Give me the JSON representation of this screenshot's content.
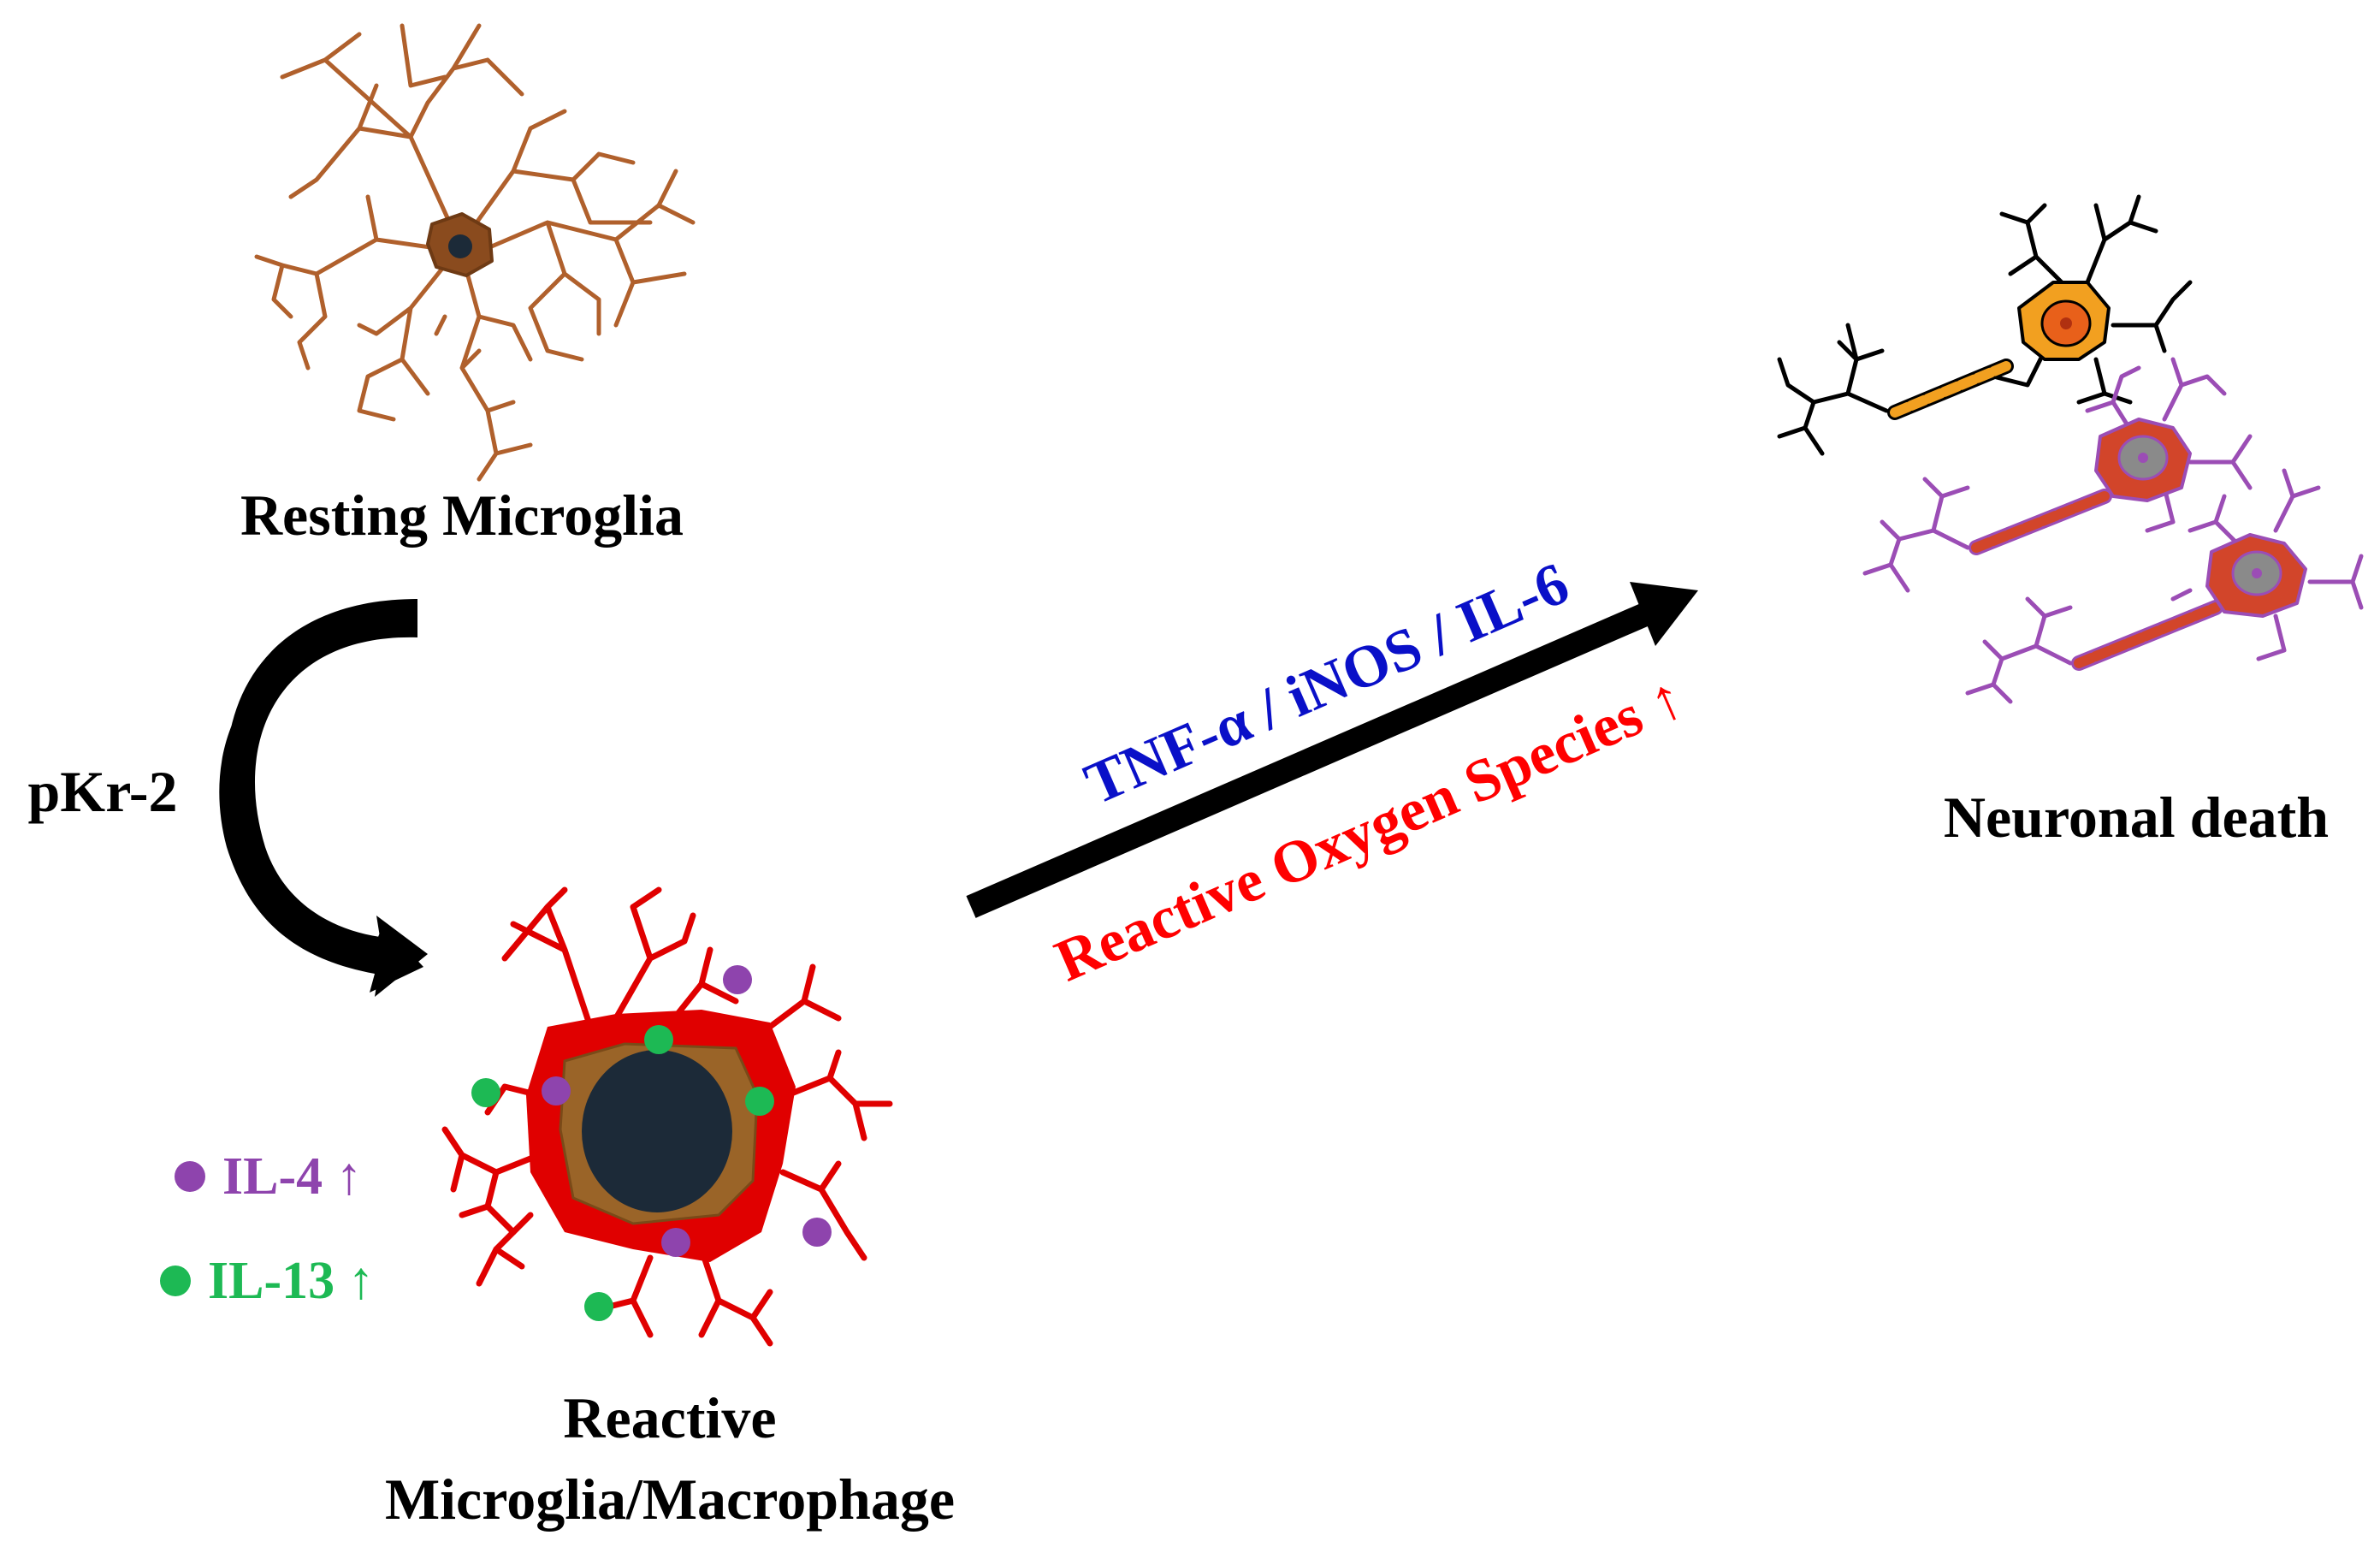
{
  "labels": {
    "resting": "Resting Microglia",
    "stimulus": "pKr-2",
    "reactive_line1": "Reactive",
    "reactive_line2": "Microglia/Macrophage",
    "il4": "IL-4 ↑",
    "il13": "IL-13 ↑",
    "mediators": "TNF-α / iNOS / IL-6",
    "ros": "Reactive Oxygen Species ↑",
    "outcome": "Neuronal death"
  },
  "colors": {
    "text": "#000000",
    "resting_process": "#b0602c",
    "resting_body": "#8a4b1e",
    "nucleus": "#1c2a38",
    "reactive_body": "#e00000",
    "reactive_inner": "#9a6428",
    "il4": "#8e44ad",
    "il13": "#1db954",
    "mediators": "#0a10c8",
    "ros": "#ff0000",
    "neuron_healthy": "#f2a020",
    "neuron_healthy_nucleus": "#e8601a",
    "neuron_damaged": "#9b4db5",
    "neuron_damaged_soma": "#d2452a",
    "neuron_damaged_nucleus": "#8a8a8a"
  },
  "icons": [
    "resting-microglia-icon",
    "reactive-microglia-icon",
    "curved-arrow-icon",
    "straight-arrow-icon",
    "neuron-icon"
  ]
}
